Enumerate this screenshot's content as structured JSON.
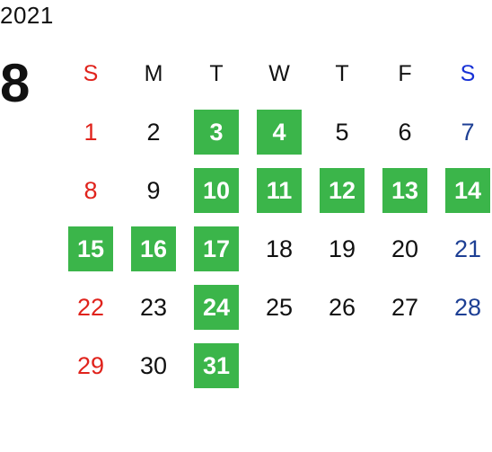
{
  "calendar": {
    "year": "2021",
    "month": "8",
    "weekdays": [
      "S",
      "M",
      "T",
      "W",
      "T",
      "F",
      "S"
    ],
    "highlight_color": "#3bb54a",
    "sunday_color": "#e0231c",
    "saturday_color": "#1d3f94",
    "weeks": [
      [
        {
          "day": "1"
        },
        {
          "day": "2"
        },
        {
          "day": "3",
          "highlighted": true
        },
        {
          "day": "4",
          "highlighted": true
        },
        {
          "day": "5"
        },
        {
          "day": "6"
        },
        {
          "day": "7"
        }
      ],
      [
        {
          "day": "8"
        },
        {
          "day": "9"
        },
        {
          "day": "10",
          "highlighted": true
        },
        {
          "day": "11",
          "highlighted": true
        },
        {
          "day": "12",
          "highlighted": true
        },
        {
          "day": "13",
          "highlighted": true
        },
        {
          "day": "14",
          "highlighted": true
        }
      ],
      [
        {
          "day": "15",
          "highlighted": true
        },
        {
          "day": "16",
          "highlighted": true
        },
        {
          "day": "17",
          "highlighted": true
        },
        {
          "day": "18"
        },
        {
          "day": "19"
        },
        {
          "day": "20"
        },
        {
          "day": "21"
        }
      ],
      [
        {
          "day": "22"
        },
        {
          "day": "23"
        },
        {
          "day": "24",
          "highlighted": true
        },
        {
          "day": "25"
        },
        {
          "day": "26"
        },
        {
          "day": "27"
        },
        {
          "day": "28"
        }
      ],
      [
        {
          "day": "29"
        },
        {
          "day": "30"
        },
        {
          "day": "31",
          "highlighted": true
        },
        {
          "day": ""
        },
        {
          "day": ""
        },
        {
          "day": ""
        },
        {
          "day": ""
        }
      ]
    ]
  }
}
